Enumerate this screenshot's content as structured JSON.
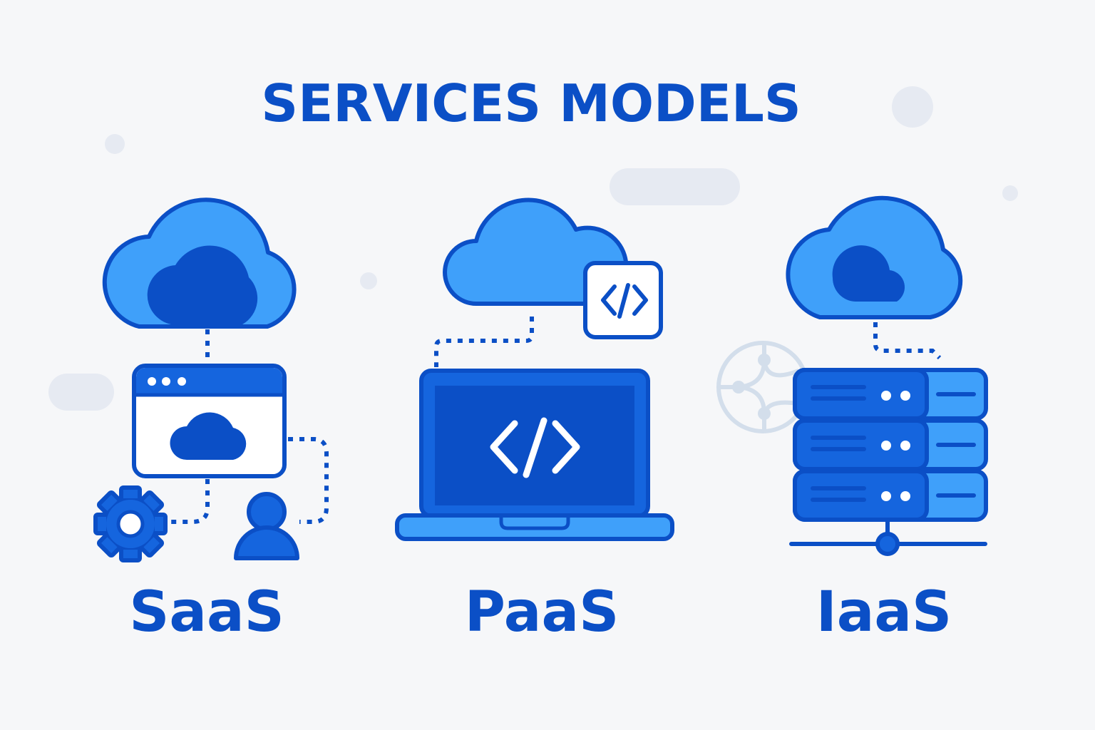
{
  "title": "SERVICES MODELS",
  "models": [
    {
      "label": "SaaS"
    },
    {
      "label": "PaaS"
    },
    {
      "label": "IaaS"
    }
  ],
  "colors": {
    "dark": "#0b4fc6",
    "mid": "#1565de",
    "light": "#3fa0fa",
    "background": "#f6f7f9"
  }
}
